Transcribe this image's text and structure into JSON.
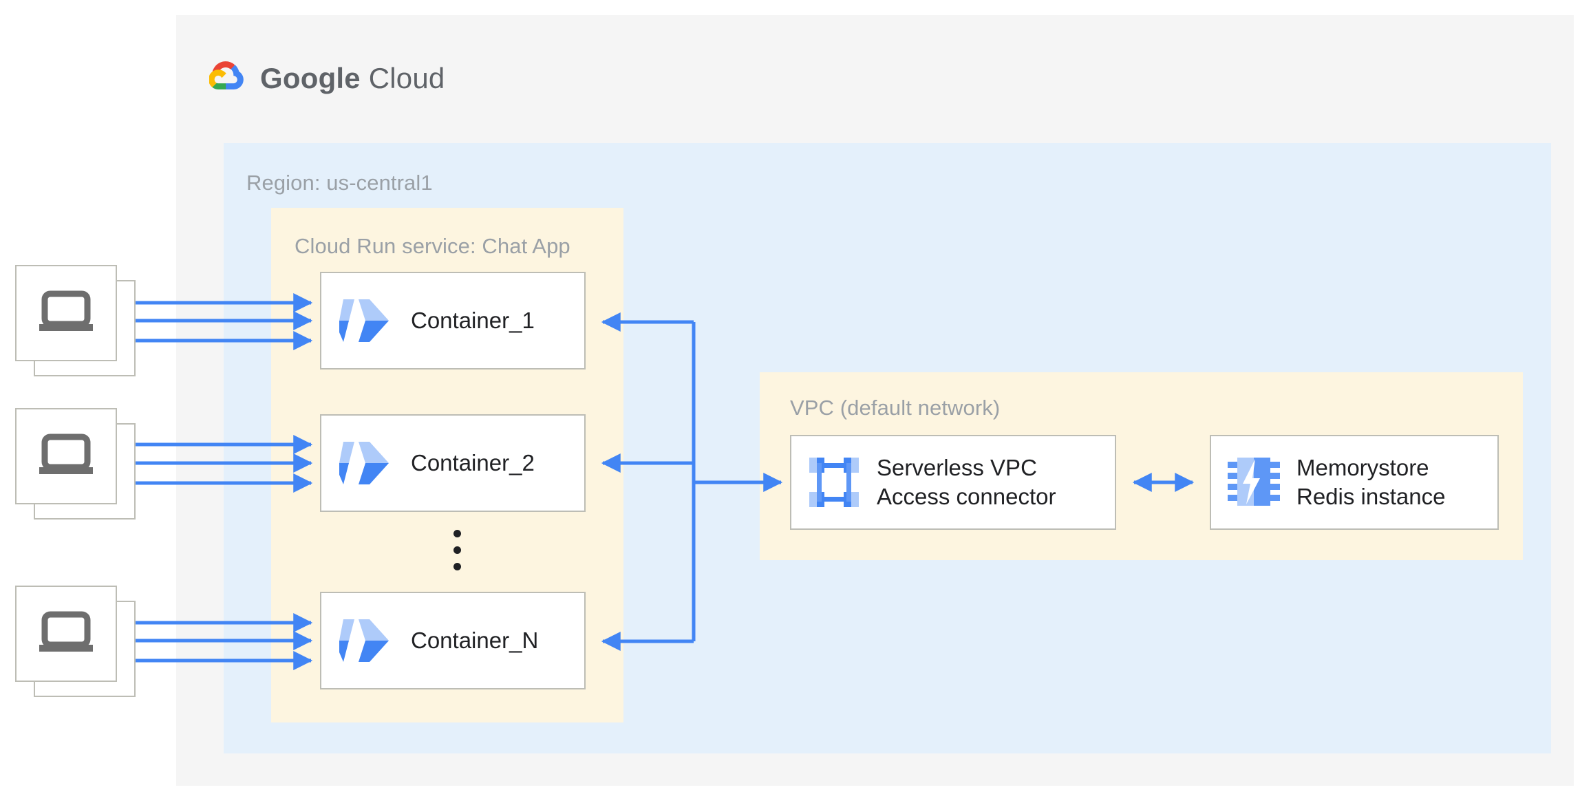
{
  "brand": {
    "name_bold": "Google",
    "name_light": " Cloud",
    "logo_icon": "google-cloud-logo-icon"
  },
  "zones": {
    "cloud_panel": {
      "name": "google-cloud-panel",
      "bg": "#f5f5f5"
    },
    "region": {
      "title": "Region: us-central1",
      "bg": "#e4f0fb"
    },
    "cloud_run": {
      "title": "Cloud Run service: Chat App",
      "bg": "#fdf5e0"
    },
    "vpc": {
      "title": "VPC (default network)",
      "bg": "#fdf5e0"
    }
  },
  "nodes": {
    "container_1": {
      "label": "Container_1",
      "icon": "cloud-run-icon"
    },
    "container_2": {
      "label": "Container_2",
      "icon": "cloud-run-icon"
    },
    "container_n": {
      "label": "Container_N",
      "icon": "cloud-run-icon"
    },
    "vpc_connector": {
      "label": "Serverless VPC\nAccess connector",
      "icon": "serverless-vpc-access-connector-icon"
    },
    "memorystore": {
      "label": "Memorystore\nRedis instance",
      "icon": "memorystore-redis-icon"
    }
  },
  "clients": [
    {
      "label": "client-stack-1",
      "icon": "laptop-icon"
    },
    {
      "label": "client-stack-2",
      "icon": "laptop-icon"
    },
    {
      "label": "client-stack-3",
      "icon": "laptop-icon"
    }
  ],
  "ellipsis": {
    "name": "vertical-ellipsis",
    "dots": 3
  },
  "colors": {
    "arrow_blue": "#4285F4",
    "cloud_run_light": "#AECBFA",
    "cloud_run_dark": "#4285F4",
    "laptop_gray": "#6e6e6e",
    "card_border": "#bdbdb5",
    "zone_title_gray": "#9aa0a6",
    "label_black": "#202124",
    "google_red": "#EA4335",
    "google_yellow": "#FBBC04",
    "google_green": "#34A853",
    "google_blue": "#4285F4"
  },
  "connections": [
    {
      "from": "client-stack-1",
      "to": "container_1",
      "lines": 3,
      "direction": "right"
    },
    {
      "from": "client-stack-2",
      "to": "container_2",
      "lines": 3,
      "direction": "right"
    },
    {
      "from": "client-stack-3",
      "to": "container_n",
      "lines": 3,
      "direction": "right"
    },
    {
      "from": "vpc_connector-bus",
      "to": "container_1",
      "direction": "left"
    },
    {
      "from": "vpc_connector-bus",
      "to": "container_2",
      "direction": "left"
    },
    {
      "from": "vpc_connector-bus",
      "to": "container_n",
      "direction": "left"
    },
    {
      "from": "container-bus",
      "to": "vpc_connector",
      "direction": "right"
    },
    {
      "from": "vpc_connector",
      "to": "memorystore",
      "direction": "both"
    }
  ]
}
